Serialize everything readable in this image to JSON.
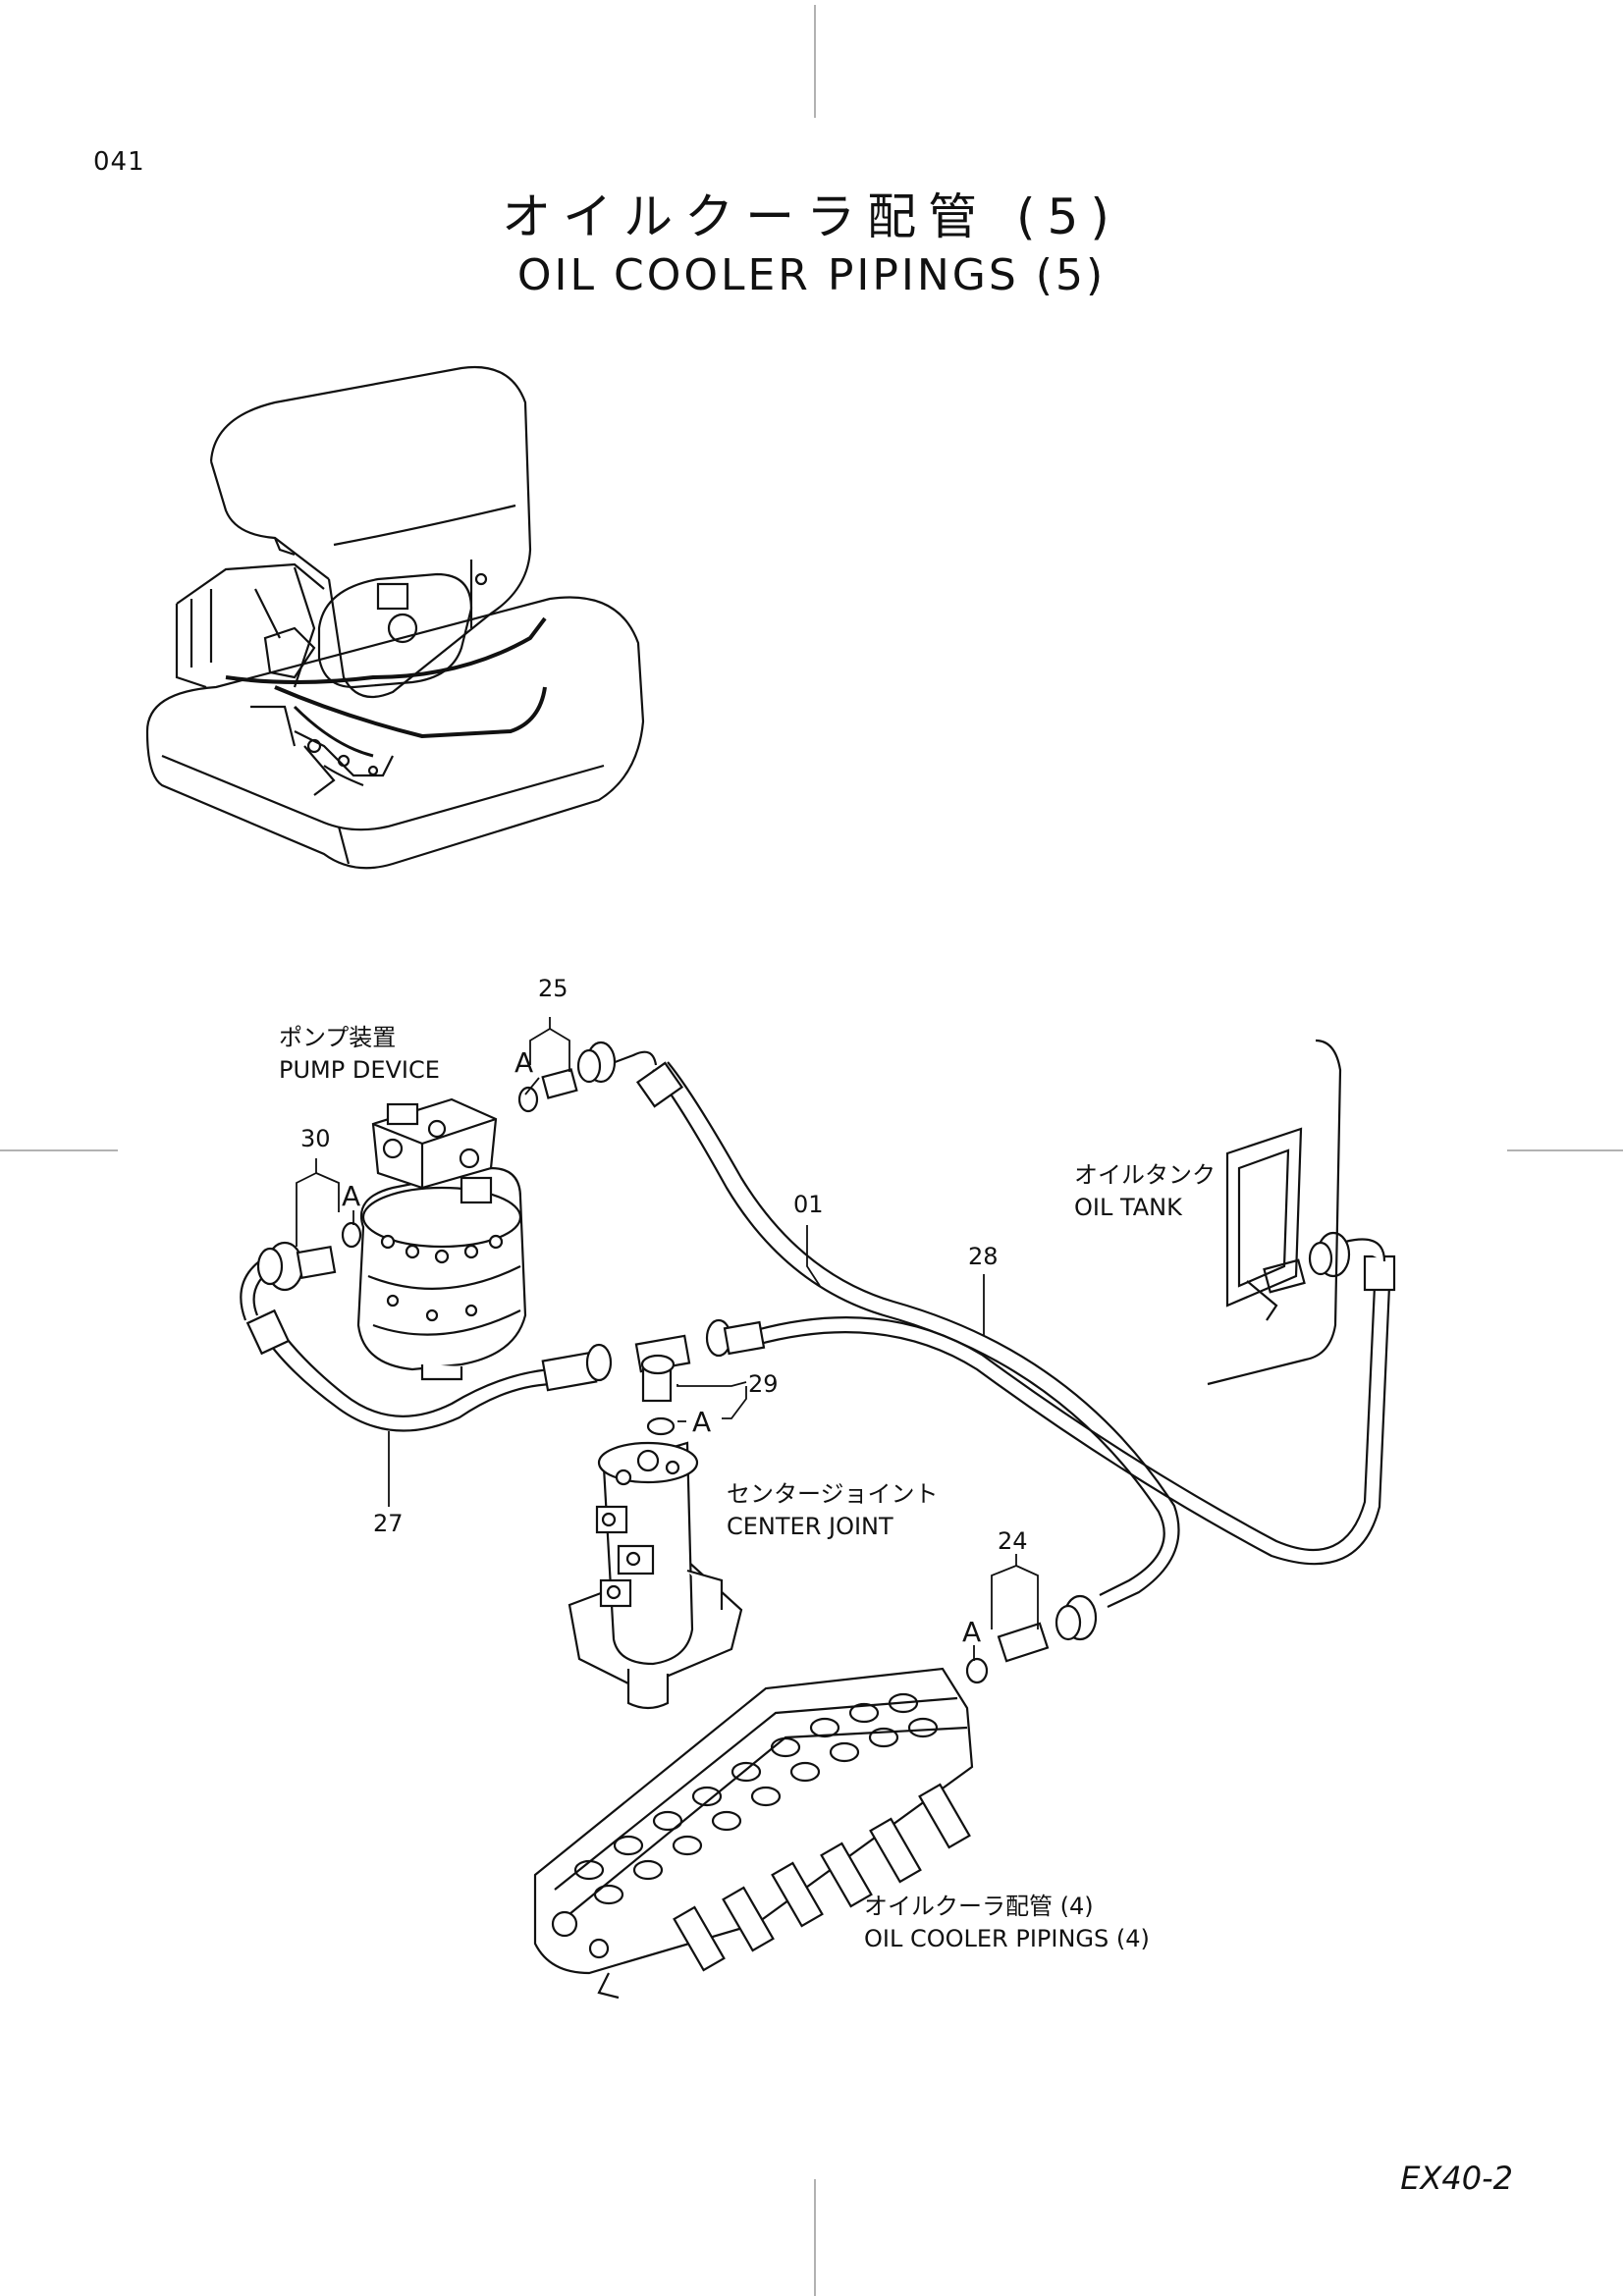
{
  "page_number": "041",
  "title": {
    "jp": "オイルクーラ配管 (5)",
    "en": "OIL COOLER PIPINGS (5)"
  },
  "model_code": "EX40-2",
  "callouts": {
    "c25": "25",
    "c30": "30",
    "c01": "01",
    "c28": "28",
    "c29": "29",
    "c27": "27",
    "c24": "24",
    "a": "A"
  },
  "labels": {
    "pump_jp": "ポンプ装置",
    "pump_en": "PUMP DEVICE",
    "tank_jp": "オイルタンク",
    "tank_en": "OIL TANK",
    "center_jp": "センタージョイント",
    "center_en": "CENTER JOINT",
    "ref_jp": "オイルクーラ配管 (4)",
    "ref_en": "OIL COOLER PIPINGS (4)"
  }
}
